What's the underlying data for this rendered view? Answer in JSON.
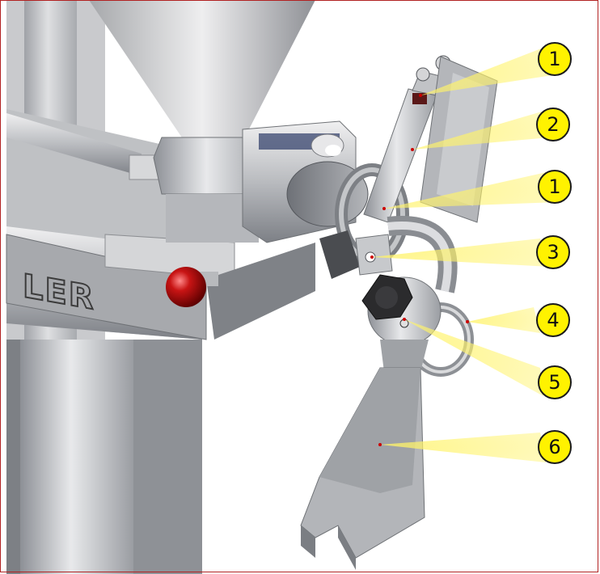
{
  "brand_text": "LER",
  "callouts": [
    {
      "number": "1"
    },
    {
      "number": "2"
    },
    {
      "number": "1"
    },
    {
      "number": "3"
    },
    {
      "number": "4"
    },
    {
      "number": "5"
    },
    {
      "number": "6"
    }
  ],
  "colors": {
    "callout_fill": "#fff200",
    "callout_stroke": "#1a1a1a",
    "beam": "#fff36a",
    "frame_border": "#b22222"
  }
}
